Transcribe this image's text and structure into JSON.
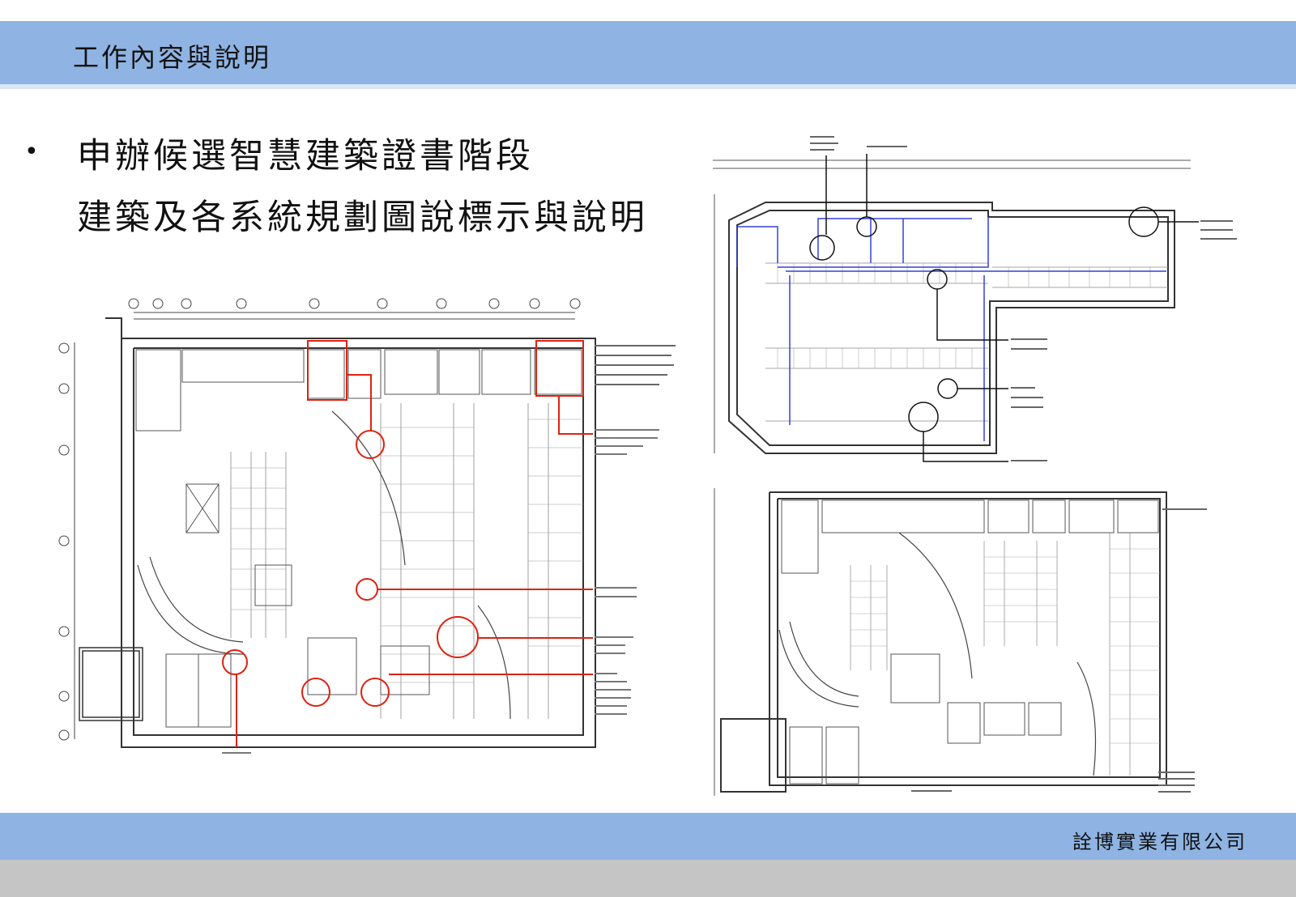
{
  "header": {
    "title": "工作內容與說明"
  },
  "bullet": {
    "line1": "申辦候選智慧建築證書階段",
    "line2": "建築及各系統規劃圖說標示與說明"
  },
  "footer": {
    "company": "詮博實業有限公司"
  }
}
